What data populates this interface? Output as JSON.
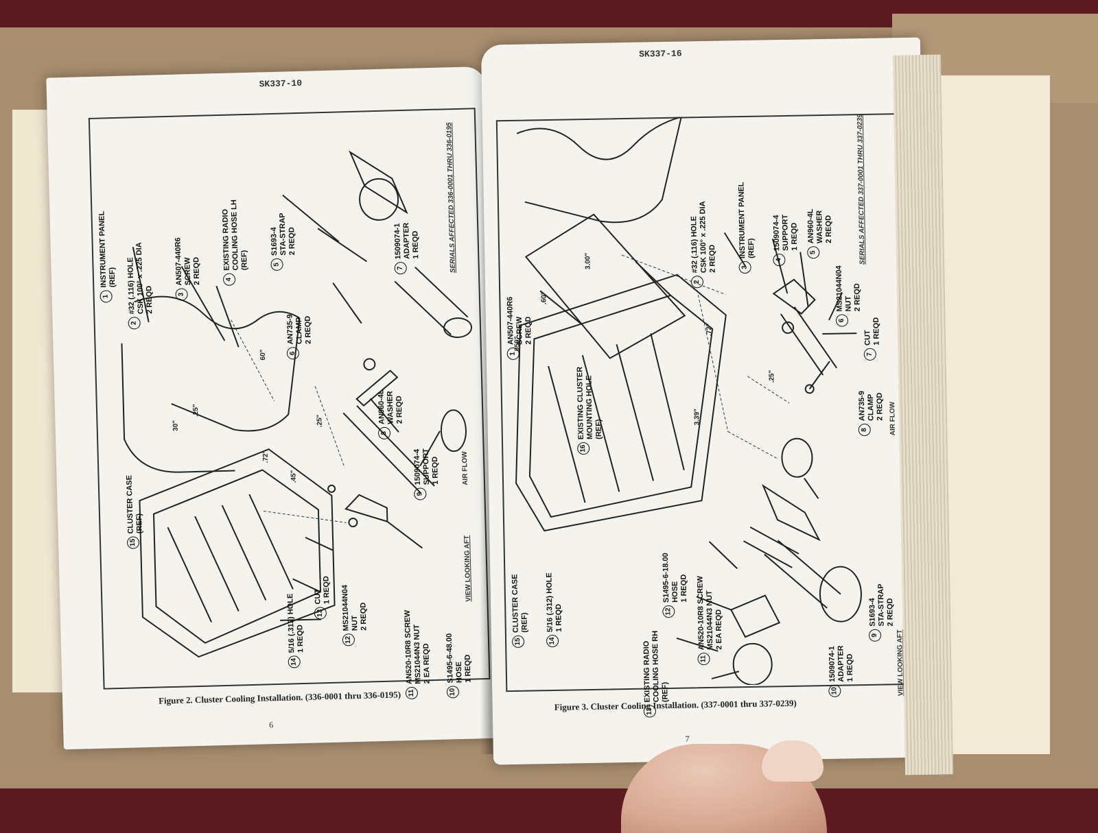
{
  "left_page": {
    "header": "SK337-10",
    "caption": "Figure 2.  Cluster Cooling Installation.  (336-0001 thru 336-0195)",
    "page_number": "6",
    "serials_text": "SERIALS AFFECTED 336-0001 THRU 336-0195",
    "view_text": "VIEW LOOKING AFT",
    "air_flow": "AIR FLOW",
    "dims": [
      "60\"",
      ".25\"",
      ".72\"",
      ".45\"",
      "30\"",
      ".25\""
    ],
    "callouts": [
      {
        "n": "1",
        "lines": [
          "INSTRUMENT PANEL",
          "(REF)"
        ]
      },
      {
        "n": "2",
        "lines": [
          "#32 (.116) HOLE",
          "CSK 100° x .225 DIA",
          "2 REQD"
        ]
      },
      {
        "n": "3",
        "lines": [
          "AN507-440R6",
          "SCREW",
          "2 REQD"
        ]
      },
      {
        "n": "4",
        "lines": [
          "EXISTING RADIO",
          "COOLING HOSE LH",
          "(REF)"
        ]
      },
      {
        "n": "5",
        "lines": [
          "S1693-4",
          "STA-STRAP",
          "2 REQD"
        ]
      },
      {
        "n": "6",
        "lines": [
          "AN735-9",
          "CLAMP",
          "2 REQD"
        ]
      },
      {
        "n": "7",
        "lines": [
          "1509074-1",
          "ADAPTER",
          "1 REQD"
        ]
      },
      {
        "n": "8",
        "lines": [
          "AN960-4L",
          "WASHER",
          "2 REQD"
        ]
      },
      {
        "n": "9",
        "lines": [
          "1509074-4",
          "SUPPORT",
          "1 REQD"
        ]
      },
      {
        "n": "13",
        "lines": [
          "CUT",
          "1 REQD"
        ]
      },
      {
        "n": "12",
        "lines": [
          "MS21044N04",
          "NUT",
          "2 REQD"
        ]
      },
      {
        "n": "11",
        "lines": [
          "AN520-10R8 SCREW",
          "MS21044N3 NUT",
          "2 EA REQD"
        ]
      },
      {
        "n": "14",
        "lines": [
          "5/16 (.312) HOLE",
          "1 REQD"
        ]
      },
      {
        "n": "10",
        "lines": [
          "S1495-6-48.00",
          "HOSE",
          "1 REQD"
        ]
      },
      {
        "n": "15",
        "lines": [
          "CLUSTER CASE",
          "(REF)"
        ]
      }
    ]
  },
  "right_page": {
    "header": "SK337-16",
    "caption": "Figure 3.  Cluster Cooling Installation.  (337-0001 thru 337-0239)",
    "page_number": "7",
    "serials_text": "SERIALS AFFECTED 337-0001 THRU 337-0239",
    "view_text": "VIEW LOOKING AFT",
    "air_flow": "AIR FLOW",
    "dims": [
      "3.00\"",
      ".60\"",
      ".050\"",
      ".72\"",
      "3.39\"",
      ".25\""
    ],
    "callouts": [
      {
        "n": "1",
        "lines": [
          "AN507-440R6",
          "SCREW",
          "2 REQD"
        ]
      },
      {
        "n": "2",
        "lines": [
          "#32 (.116) HOLE",
          "CSK 100° x .225 DIA",
          "2 REQD"
        ]
      },
      {
        "n": "3",
        "lines": [
          "INSTRUMENT PANEL",
          "(REF)"
        ]
      },
      {
        "n": "4",
        "lines": [
          "1509074-4",
          "SUPPORT",
          "1 REQD"
        ]
      },
      {
        "n": "5",
        "lines": [
          "AN960-4L",
          "WASHER",
          "2 REQD"
        ]
      },
      {
        "n": "6",
        "lines": [
          "MS21044N04",
          "NUT",
          "2 REQD"
        ]
      },
      {
        "n": "7",
        "lines": [
          "CUT",
          "1 REQD"
        ]
      },
      {
        "n": "8",
        "lines": [
          "AN735-9",
          "CLAMP",
          "2 REQD"
        ]
      },
      {
        "n": "16",
        "lines": [
          "EXISTING CLUSTER",
          "MOUNTING HOLE",
          "(REF)"
        ]
      },
      {
        "n": "15",
        "lines": [
          "CLUSTER CASE",
          "(REF)"
        ]
      },
      {
        "n": "14",
        "lines": [
          "5/16 (.312) HOLE",
          "1 REQD"
        ]
      },
      {
        "n": "12",
        "lines": [
          "S1495-6-18.00",
          "HOSE",
          "1 REQD"
        ]
      },
      {
        "n": "11",
        "lines": [
          "AN520-10R8 SCREW",
          "MS21044N3 NUT",
          "2 EA REQD"
        ]
      },
      {
        "n": "13",
        "lines": [
          "EXISTING RADIO",
          "COOLING HOSE RH",
          "(REF)"
        ]
      },
      {
        "n": "10",
        "lines": [
          "1509074-1",
          "ADAPTER",
          "1 REQD"
        ]
      },
      {
        "n": "9",
        "lines": [
          "S1693-4",
          "STA-STRAP",
          "2 REQD"
        ]
      }
    ]
  }
}
